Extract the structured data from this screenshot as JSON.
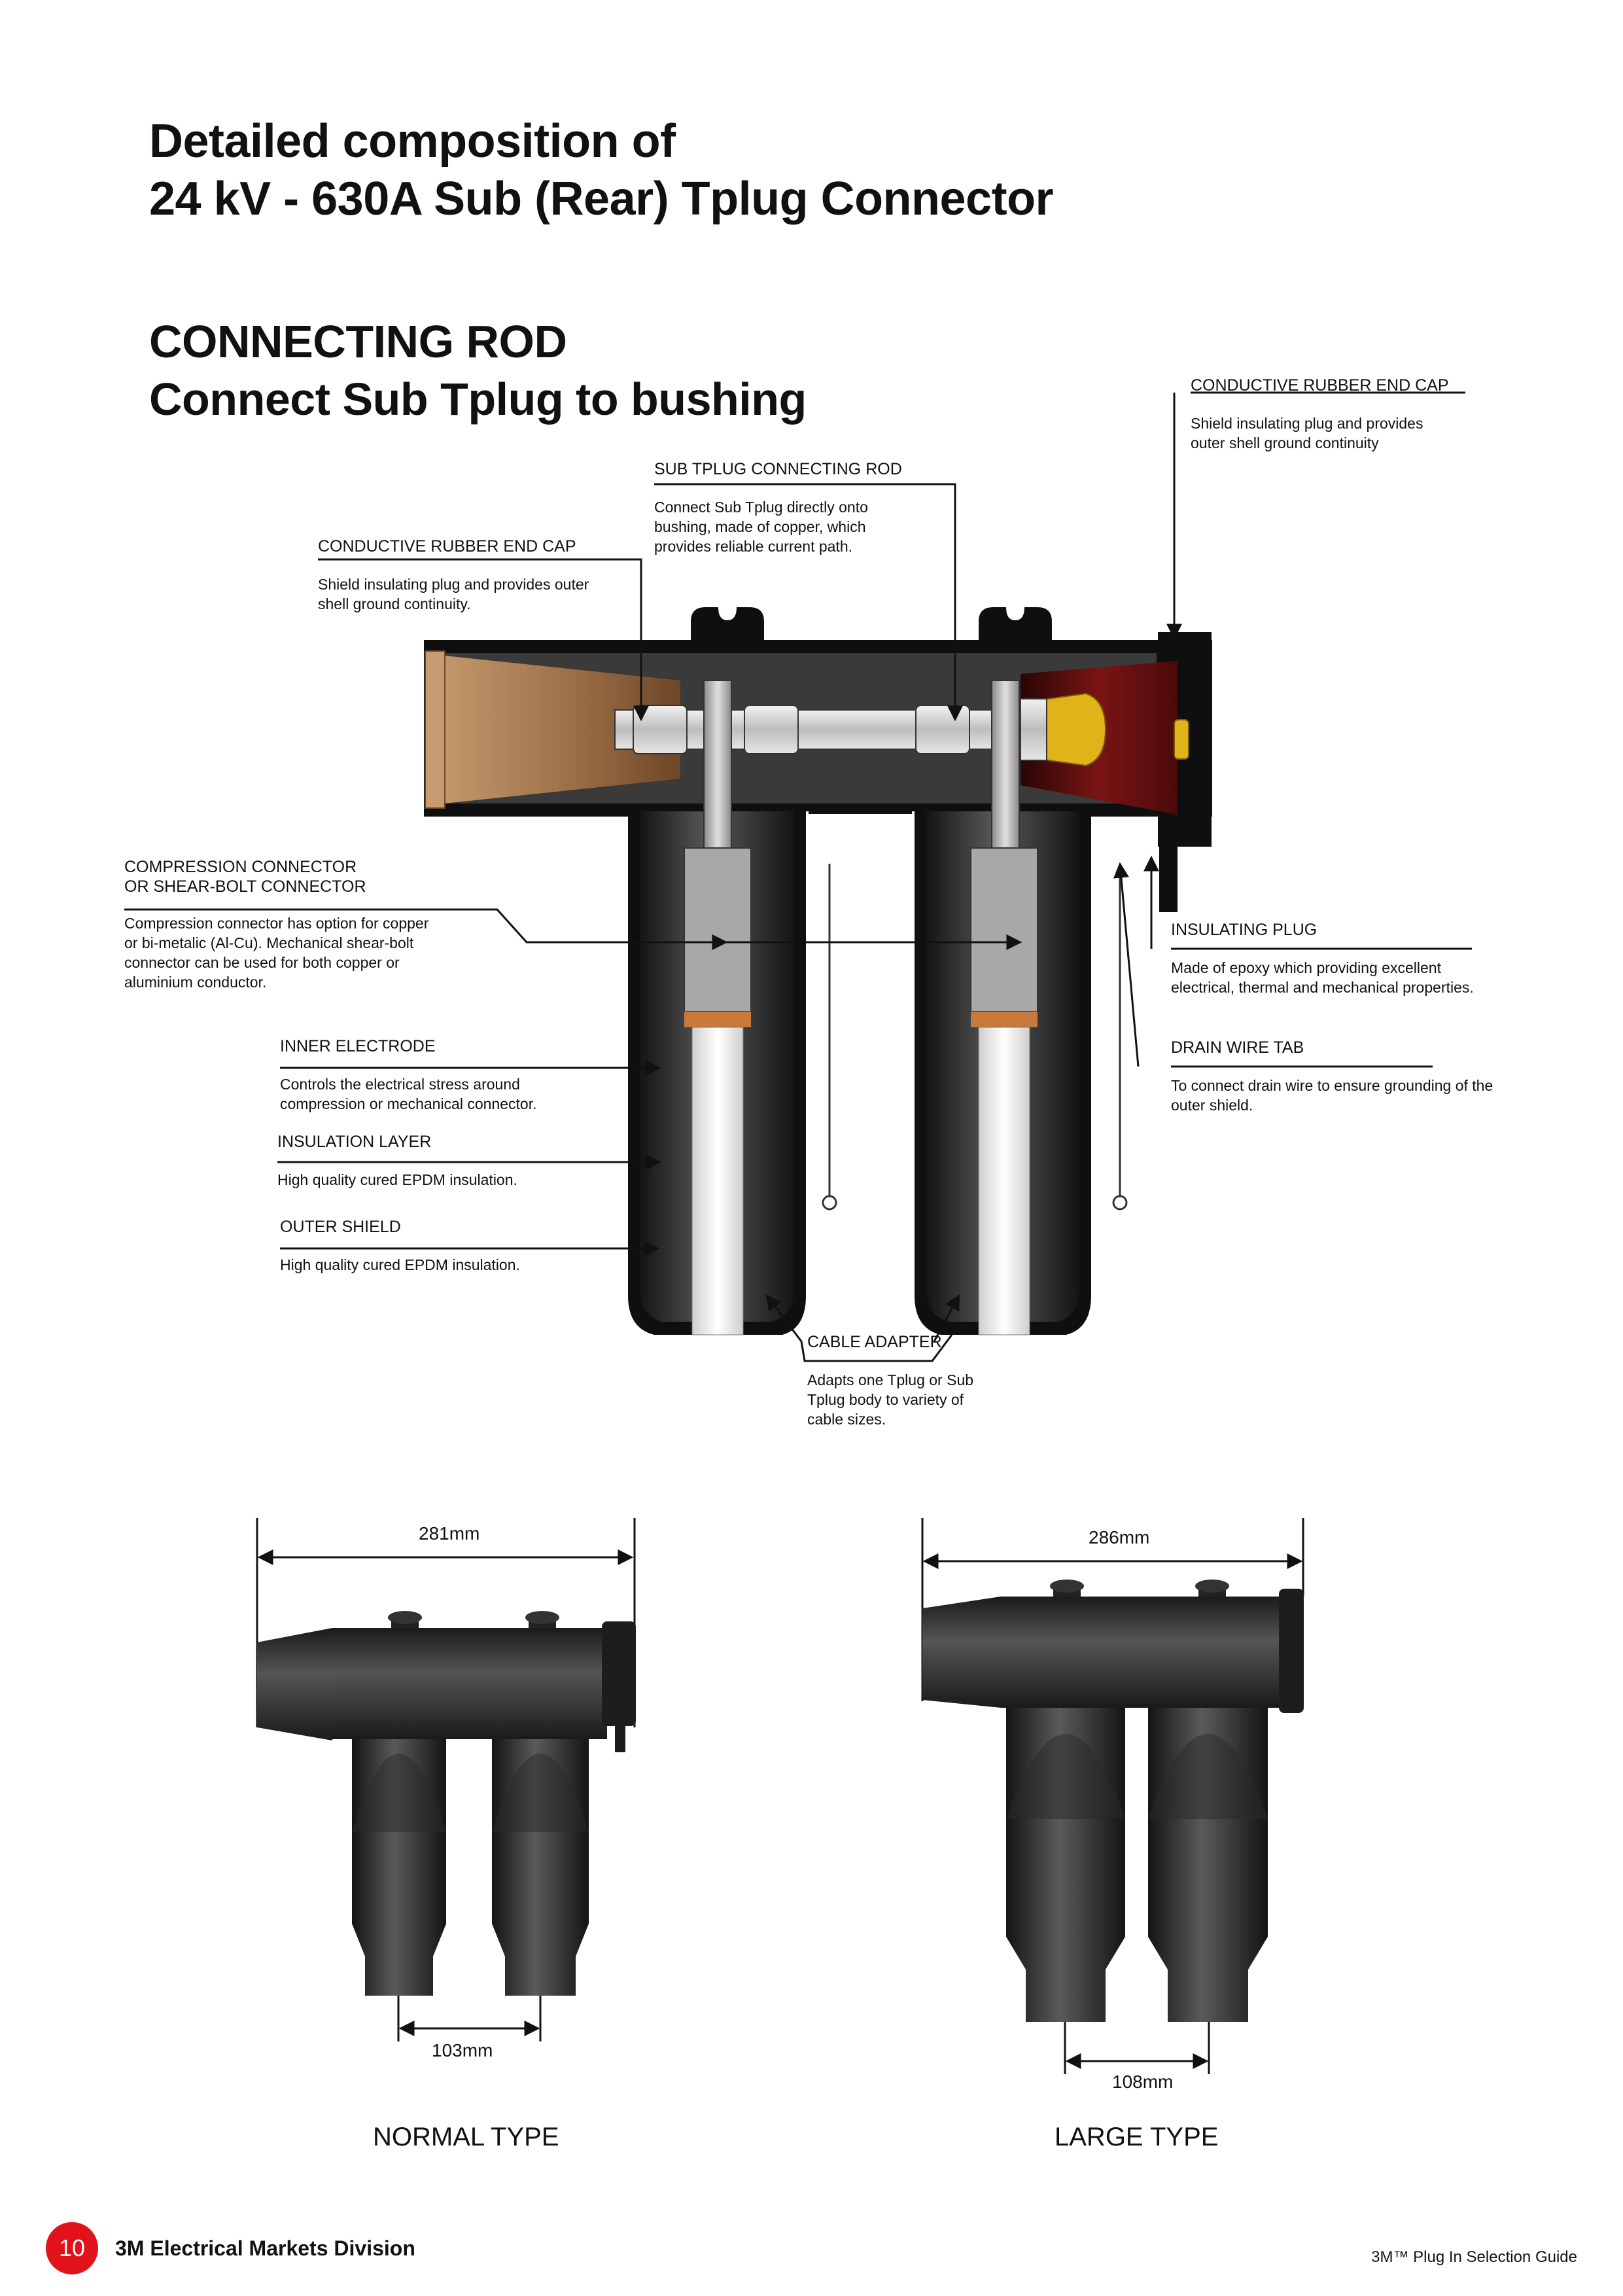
{
  "header": {
    "title_line1": "Detailed composition of",
    "title_line2": "24 kV - 630A Sub (Rear) Tplug Connector",
    "section_title": "CONNECTING ROD",
    "section_subtitle": "Connect Sub Tplug to bushing"
  },
  "callouts": {
    "end_cap_right": {
      "title": "CONDUCTIVE RUBBER END CAP",
      "line1": "Shield insulating plug and provides",
      "line2": "outer shell ground continuity"
    },
    "connecting_rod": {
      "title": "SUB TPLUG CONNECTING ROD",
      "line1": "Connect Sub Tplug directly onto",
      "line2": "bushing, made of copper, which",
      "line3": "provides reliable current path."
    },
    "end_cap_left": {
      "title": "CONDUCTIVE RUBBER END CAP",
      "line1": "Shield insulating plug and provides outer",
      "line2": "shell ground continuity."
    },
    "compression": {
      "title1": "COMPRESSION CONNECTOR",
      "title2": "OR SHEAR-BOLT CONNECTOR",
      "line1": "Compression connector has option for copper",
      "line2": "or bi-metalic (Al-Cu). Mechanical shear-bolt",
      "line3": "connector can be used for both copper or",
      "line4": "aluminium conductor."
    },
    "insulating_plug": {
      "title": "INSULATING PLUG",
      "line1": "Made of epoxy which providing excellent",
      "line2": "electrical, thermal and mechanical properties."
    },
    "inner_electrode": {
      "title": "INNER ELECTRODE",
      "line1": "Controls the electrical stress around",
      "line2": "compression or mechanical connector."
    },
    "drain_wire": {
      "title": "DRAIN WIRE TAB",
      "line1": "To connect drain wire to ensure grounding of the",
      "line2": "outer shield."
    },
    "insulation_layer": {
      "title": "INSULATION LAYER",
      "line1": "High quality cured EPDM insulation."
    },
    "outer_shield": {
      "title": "OUTER SHIELD",
      "line1": "High quality cured EPDM insulation."
    },
    "cable_adapter": {
      "title": "CABLE ADAPTER",
      "line1": "Adapts one Tplug or Sub",
      "line2": "Tplug body to variety of",
      "line3": "cable sizes."
    }
  },
  "dimensions": {
    "normal": {
      "label": "NORMAL TYPE",
      "width": "281mm",
      "spacing": "103mm"
    },
    "large": {
      "label": "LARGE TYPE",
      "width": "286mm",
      "spacing": "108mm"
    }
  },
  "footer": {
    "page_number": "10",
    "left_text": "3M Electrical Markets Division",
    "right_text": "3M™ Plug In Selection Guide"
  },
  "colors": {
    "body": "#2b2b2b",
    "outline": "#0e0e0e",
    "bushing": "#a87a52",
    "end_cap_red": "#6a0f0f",
    "gold": "#e0b419",
    "copper": "#c77a3c",
    "accent_red": "#e2121a"
  }
}
